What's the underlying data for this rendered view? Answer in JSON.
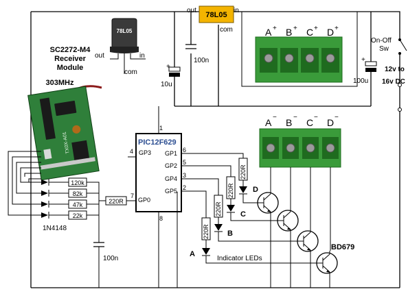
{
  "module": {
    "title_line1": "SC2272-M4",
    "title_line2": "Receiver",
    "title_line3": "Module",
    "frequency": "303MHz",
    "board_text": "TX0X-A01"
  },
  "small_regulator": {
    "part": "78L05",
    "out": "out",
    "in": "in",
    "com": "com"
  },
  "regulator": {
    "part": "78L05",
    "out": "out",
    "in": "in",
    "com": "com"
  },
  "caps": {
    "c_reg_out": "100n",
    "c_10u": "10u",
    "c_100u": "100u",
    "c_100n_low": "100n"
  },
  "power": {
    "switch_label_1": "On-Off",
    "switch_label_2": "Sw",
    "supply_1": "12v to",
    "supply_2": "16v DC"
  },
  "terminals_top": [
    "A",
    "B",
    "C",
    "D"
  ],
  "terminals_bottom": [
    "A",
    "B",
    "C",
    "D"
  ],
  "terminal_sign_top": "+",
  "terminal_sign_bottom": "−",
  "mcu": {
    "name": "PIC12F629",
    "pins": {
      "p1": "1",
      "p4": "4",
      "p5": "5",
      "p6": "6",
      "p3": "3",
      "p2": "2",
      "p7": "7",
      "p8": "8"
    },
    "gp3": "GP3",
    "gp1": "GP1",
    "gp2": "GP2",
    "gp4": "GP4",
    "gp5": "GP5",
    "gp0": "GP0"
  },
  "ladder": {
    "r1": "120k",
    "r2": "82k",
    "r3": "47k",
    "r4": "22k",
    "diode": "1N4148",
    "r_gp0": "220R"
  },
  "leds": {
    "r": "220R",
    "d": "D",
    "c": "C",
    "b": "B",
    "a": "A",
    "caption": "Indicator LEDs"
  },
  "transistor": "BD679",
  "colors": {
    "regulator_body": "#f4b400",
    "terminal_green": "#3a9b3a",
    "terminal_dark": "#1f6b1f",
    "module_board": "#2f7f3a",
    "chip_label": "#2b4d91"
  }
}
